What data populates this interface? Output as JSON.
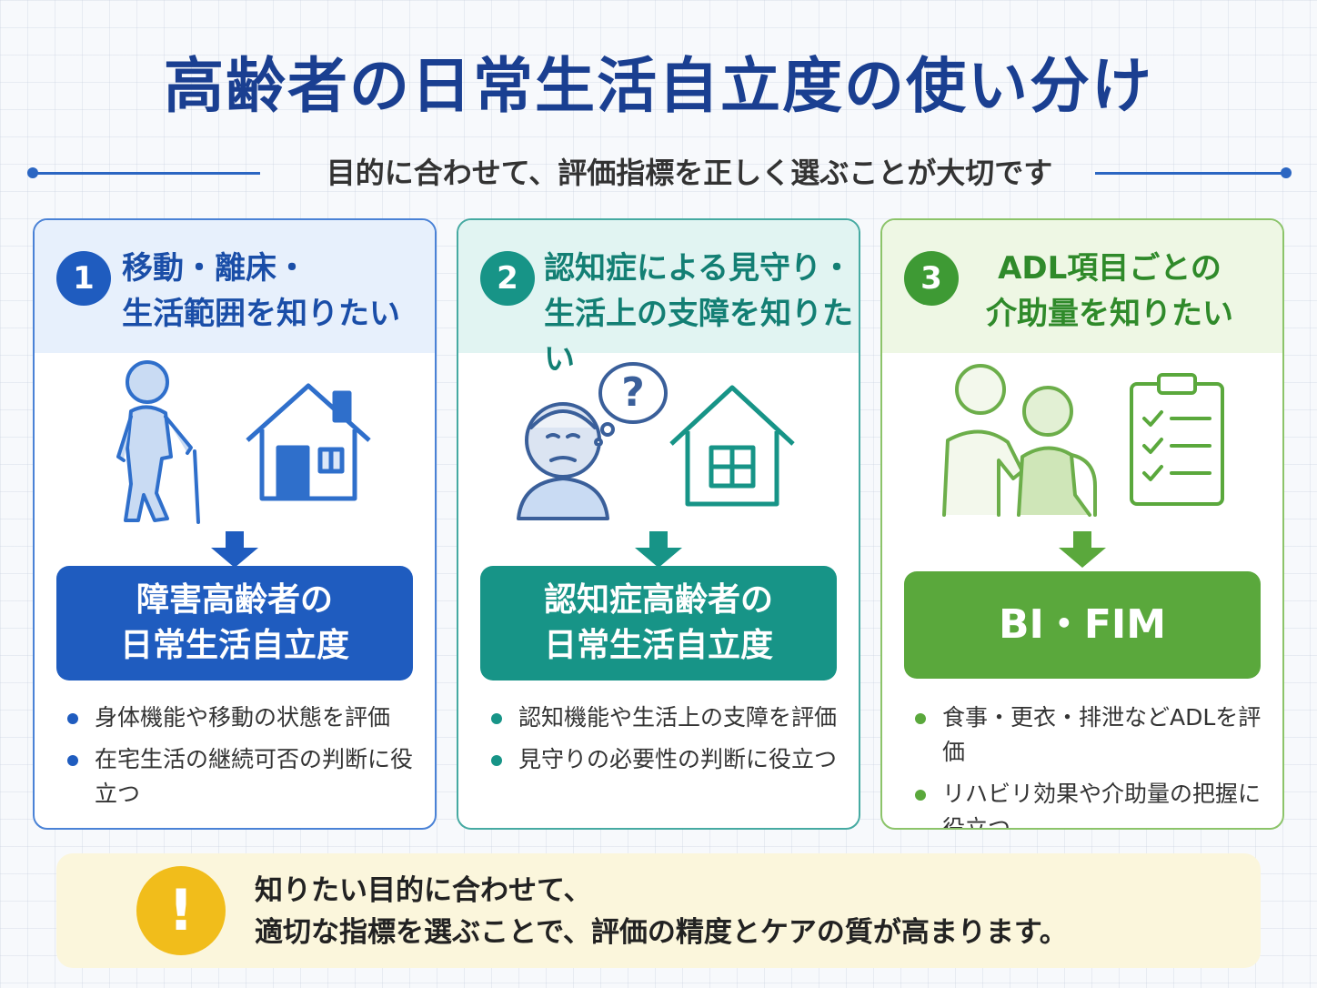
{
  "title": "高齢者の日常生活自立度の使い分け",
  "subtitle": "目的に合わせて、評価指標を正しく選ぶことが大切です",
  "colors": {
    "title": "#1a3f91",
    "card1": "#1f5cbf",
    "card2": "#179487",
    "card3": "#5aa83c",
    "warning": "#f1bd1b"
  },
  "cards": [
    {
      "number": "1",
      "heading_line1": "移動・離床・",
      "heading_line2": "生活範囲を知りたい",
      "icons": [
        "elderly-with-cane-icon",
        "house-icon"
      ],
      "result_line1": "障害高齢者の",
      "result_line2": "日常生活自立度",
      "bullets": [
        "身体機能や移動の状態を評価",
        "在宅生活の継続可否の判断に役立つ"
      ]
    },
    {
      "number": "2",
      "heading_line1": "認知症による見守り・",
      "heading_line2": "生活上の支障を知りたい",
      "icons": [
        "confused-elderly-icon",
        "question-bubble-icon",
        "house-icon"
      ],
      "result_line1": "認知症高齢者の",
      "result_line2": "日常生活自立度",
      "bullets": [
        "認知機能や生活上の支障を評価",
        "見守りの必要性の判断に役立つ"
      ]
    },
    {
      "number": "3",
      "heading_line1": "ADL項目ごとの",
      "heading_line2": "介助量を知りたい",
      "icons": [
        "caregiver-icon",
        "clipboard-checklist-icon"
      ],
      "result_line1": "BI・FIM",
      "bullets": [
        "食事・更衣・排泄などADLを評価",
        "リハビリ効果や介助量の把握に役立つ"
      ]
    }
  ],
  "footer": {
    "icon": "exclamation-icon",
    "line1": "知りたい目的に合わせて、",
    "line2": "適切な指標を選ぶことで、評価の精度とケアの質が高まります。"
  }
}
